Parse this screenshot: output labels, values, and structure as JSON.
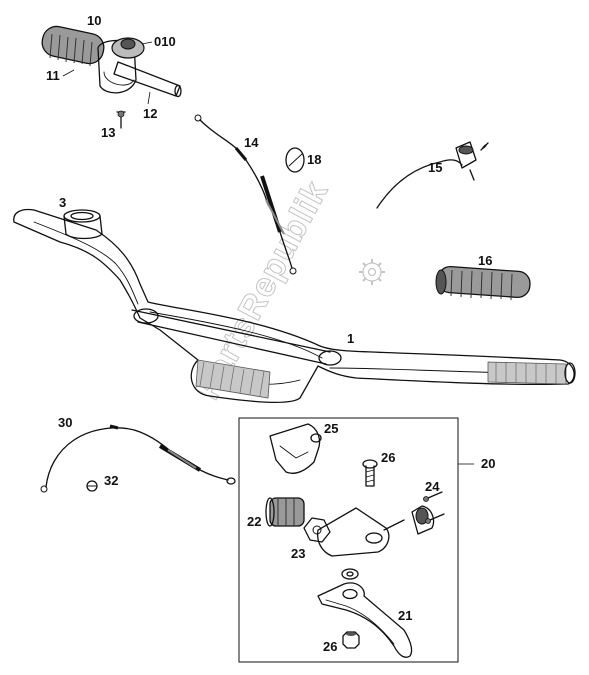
{
  "watermark": "PartsRepublik",
  "colors": {
    "line": "#111111",
    "part_shade": "#9a9a9a",
    "part_dark": "#555555",
    "watermark": "#c4c4c4"
  },
  "callouts": {
    "p10": "10",
    "p010": "010",
    "p11": "11",
    "p12": "12",
    "p13": "13",
    "p14": "14",
    "p18": "18",
    "p15": "15",
    "p3": "3",
    "p16": "16",
    "p1": "1",
    "p30": "30",
    "p32": "32",
    "p25": "25",
    "p26a": "26",
    "p20": "20",
    "p24": "24",
    "p22": "22",
    "p23": "23",
    "p21": "21",
    "p26b": "26"
  }
}
